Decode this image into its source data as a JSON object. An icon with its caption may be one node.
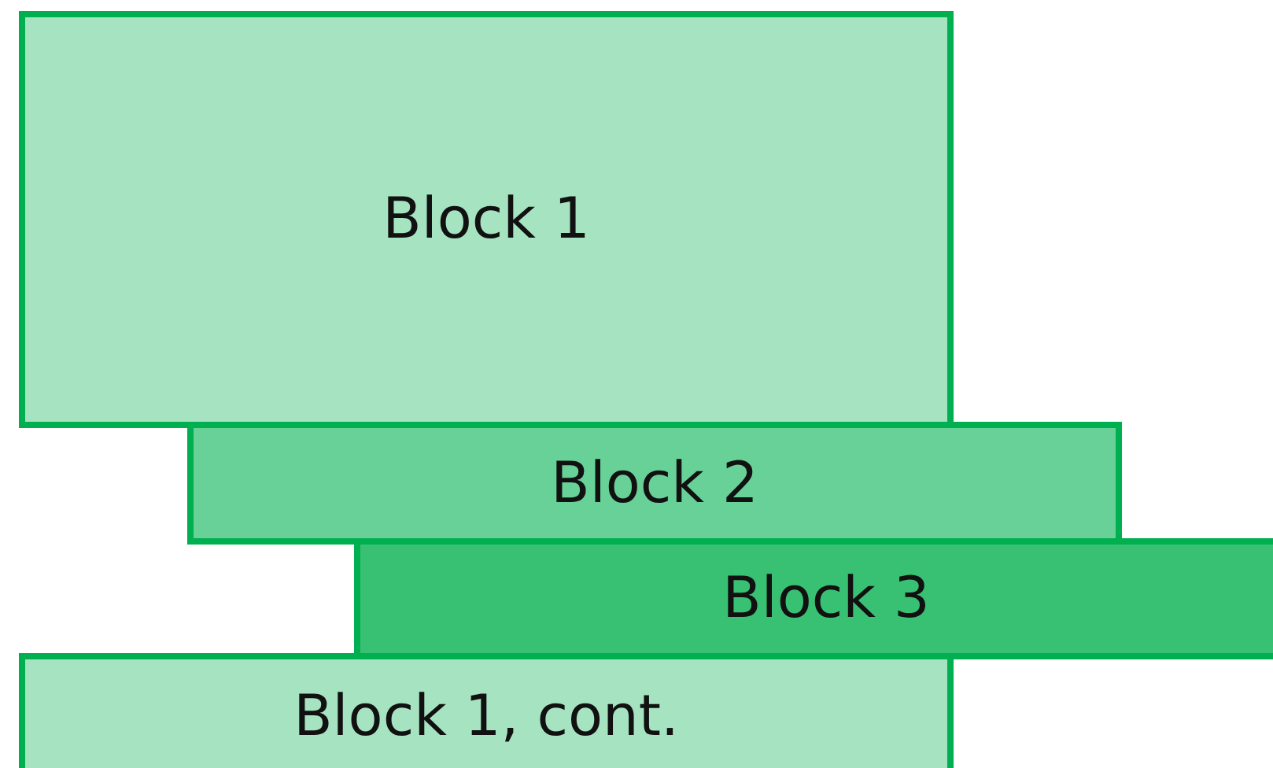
{
  "diagram": {
    "nodes": [
      {
        "text": [
          "Block 1"
        ]
      },
      {
        "text": [
          "Block 2"
        ]
      },
      {
        "text": [
          "Block 3"
        ]
      },
      {
        "text": [
          "Block 1, cont."
        ]
      }
    ]
  }
}
